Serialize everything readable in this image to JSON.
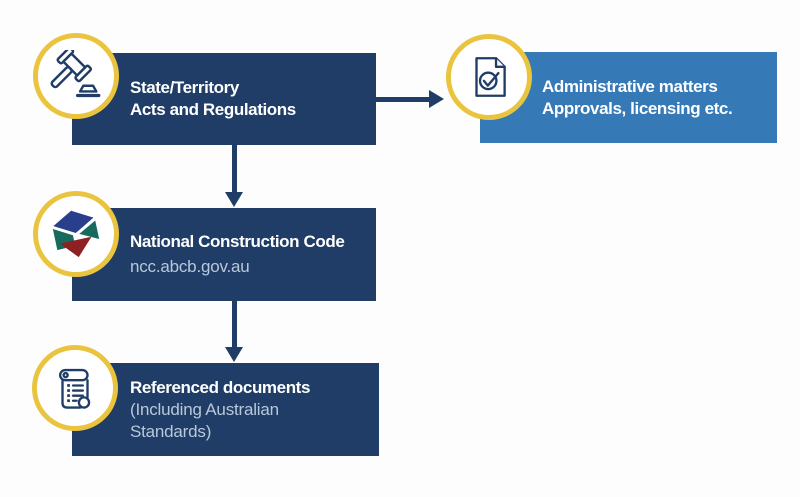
{
  "palette": {
    "navy": "#1f3d66",
    "blue": "#3679b7",
    "gold_ring": "#eac43f",
    "title_text": "#ffffff",
    "muted_text": "#b9c8da",
    "logo_blue": "#2a3e8e",
    "logo_teal": "#176a5e",
    "logo_red": "#8e2023"
  },
  "nodes": {
    "state_territory": {
      "line1": "State/Territory",
      "line2": "Acts and Regulations",
      "icon": "gavel-icon"
    },
    "administrative": {
      "line1": "Administrative matters",
      "line2": "Approvals, licensing etc.",
      "icon": "document-check-icon"
    },
    "ncc": {
      "title": "National Construction Code",
      "url": "ncc.abcb.gov.au",
      "icon": "ncc-cube-icon"
    },
    "referenced": {
      "title": "Referenced documents",
      "sub1": "(Including Australian",
      "sub2": "Standards)",
      "icon": "scroll-icon"
    }
  },
  "arrows": [
    {
      "from": "state_territory",
      "to": "administrative",
      "direction": "right"
    },
    {
      "from": "state_territory",
      "to": "ncc",
      "direction": "down"
    },
    {
      "from": "ncc",
      "to": "referenced",
      "direction": "down"
    }
  ]
}
